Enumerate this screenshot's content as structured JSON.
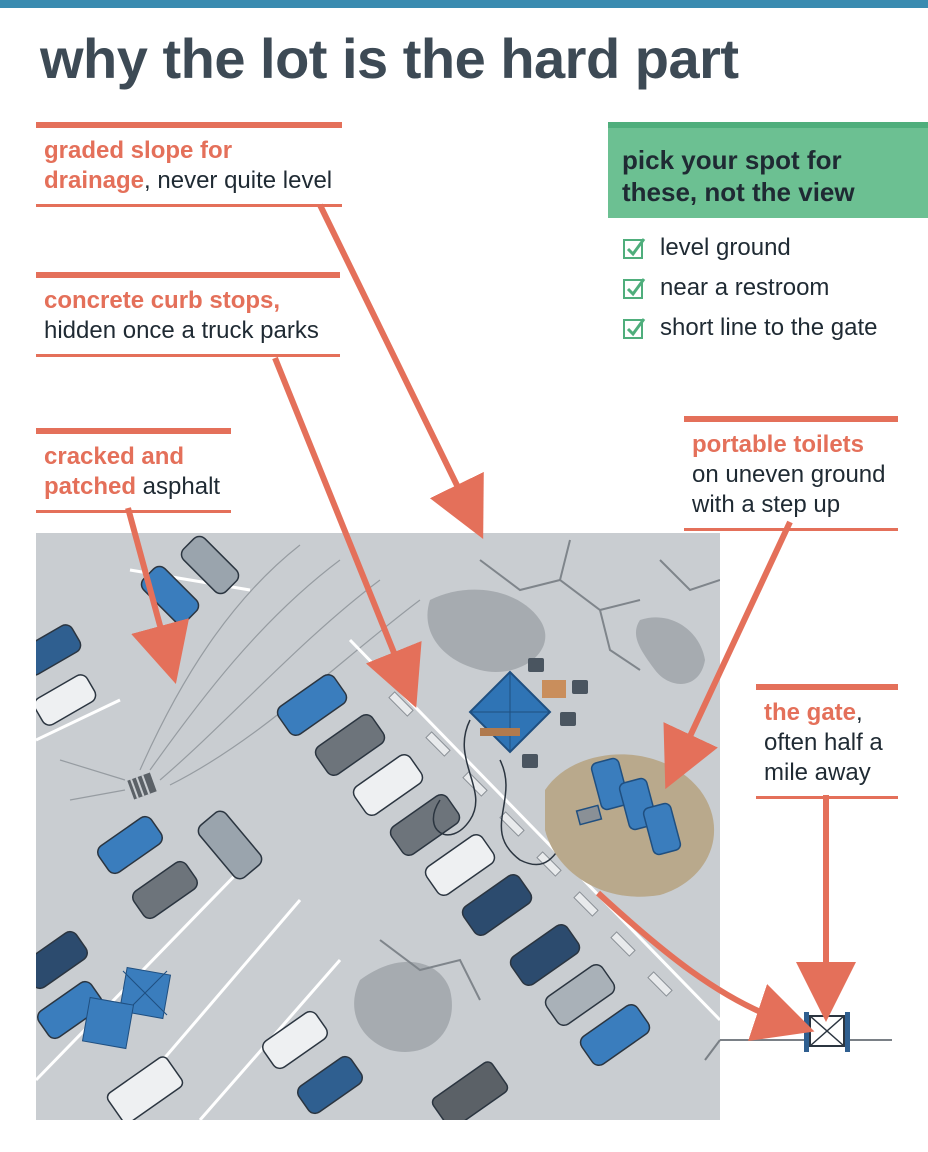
{
  "title": "why the lot is the hard part",
  "callouts": {
    "slope": {
      "highlight": "graded slope for drainage",
      "rest": ", never quite level"
    },
    "curb": {
      "highlight": "concrete curb stops,",
      "rest": "hidden once a truck parks"
    },
    "asphalt": {
      "highlight": "cracked and patched",
      "rest": " asphalt"
    },
    "toilets": {
      "highlight": "portable toilets",
      "rest": "on uneven ground with a step up"
    },
    "gate": {
      "highlight": "the gate",
      "rest": ", often half a mile away"
    }
  },
  "checklist": {
    "heading": "pick your spot for these, not the view",
    "items": [
      "level ground",
      "near a restroom",
      "short line to the gate"
    ]
  },
  "colors": {
    "accent": "#e4705a",
    "check_green": "#4fae7c",
    "panel_green": "#6cc092",
    "title_gray": "#3d4a55",
    "asphalt": "#c9cdd1",
    "car_blue": "#3a7dbd",
    "tent_blue": "#2f74b5"
  },
  "icons": [
    "checkbox-checked-icon",
    "storm-drain-icon",
    "gate-icon",
    "canopy-tent-icon",
    "portable-toilet-icon"
  ]
}
